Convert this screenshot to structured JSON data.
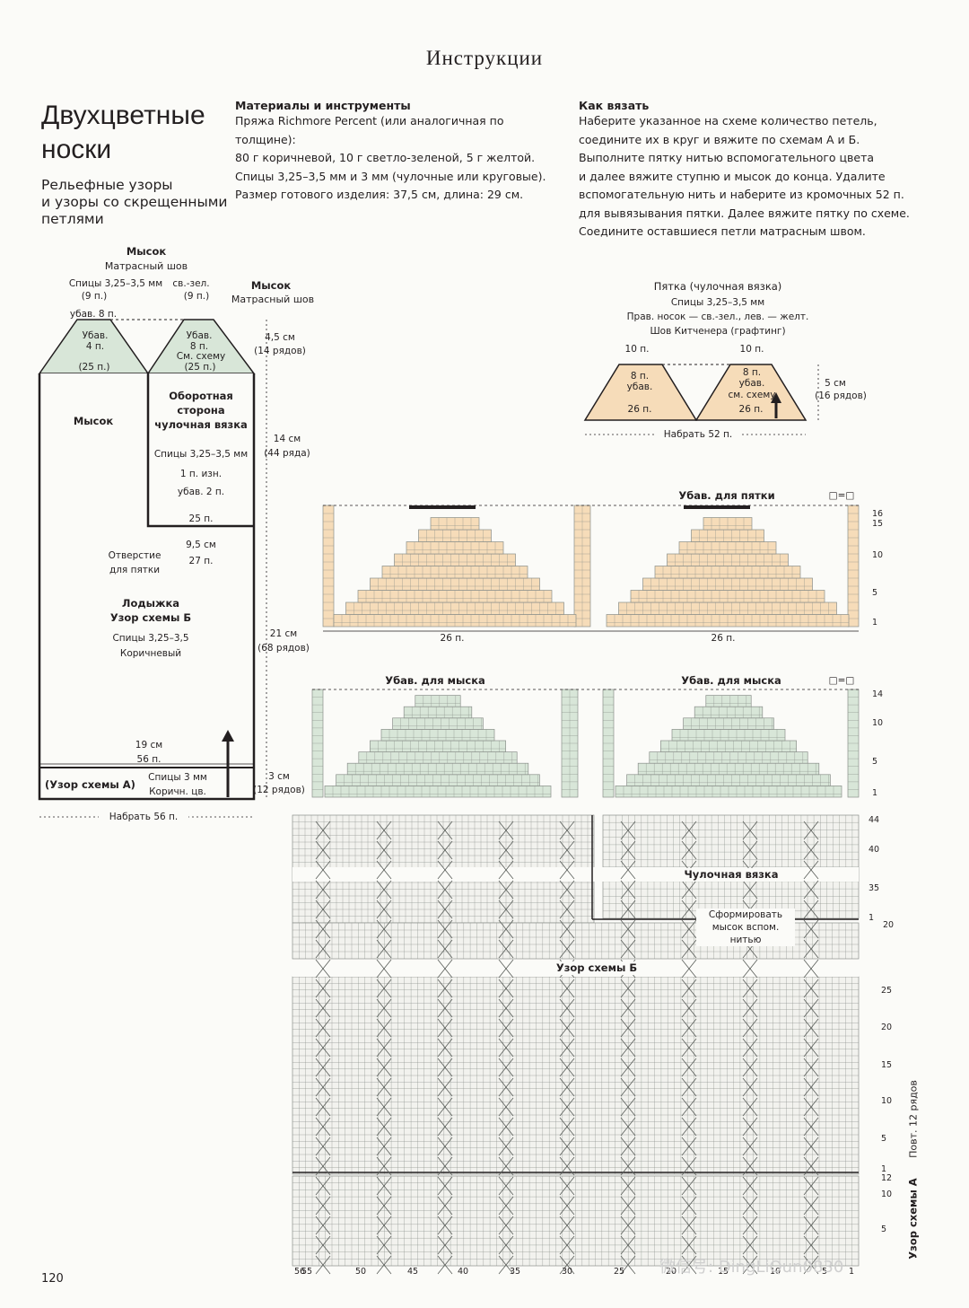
{
  "header": {
    "title": "Инструкции"
  },
  "pattern": {
    "title_lines": [
      "Двухцветные",
      "носки"
    ],
    "subtitle_lines": [
      "Рельефные узоры",
      "и узоры со скрещенными",
      "петлями"
    ]
  },
  "materials": {
    "heading": "Материалы и инструменты",
    "lines": [
      "Пряжа Richmore Percent (или аналогичная по толщине):",
      "80 г коричневой, 10 г светло-зеленой, 5 г желтой.",
      "Спицы 3,25–3,5 мм и 3 мм (чулочные или круговые).",
      "Размер готового изделия: 37,5 см, длина: 29 см."
    ]
  },
  "instructions": {
    "heading": "Как вязать",
    "lines": [
      "Наберите указанное на схеме количество петель,",
      "соедините их в круг и вяжите по схемам А и Б.",
      "Выполните пятку нитью вспомогательного цвета",
      "и далее вяжите ступню и мысок до конца. Удалите",
      "вспомогательную нить и наберите из кромочных 52 п.",
      "для вывязывания пятки. Далее вяжите пятку по схеме.",
      "Соедините оставшиеся петли матрасным швом."
    ]
  },
  "sock_diagram": {
    "toe_title": "Мысок",
    "mattress_seam": "Матрасный шов",
    "needles_325": "Спицы 3,25–3,5 мм",
    "light_green": "св.-зел.",
    "nine_st": "(9 п.)",
    "dec_8": "убав. 8 п.",
    "dec_4_a": "Убав.",
    "dec_4_b": "4 п.",
    "dec_8_a": "Убав.",
    "dec_8_b": "8 п.",
    "see_chart": "См. схему",
    "st_25_paren": "(25 п.)",
    "toe_side_title": "Мысок",
    "toe_side_seam": "Матрасный шов",
    "dim_45": "4,5 см",
    "dim_14rows": "(14 рядов)",
    "toe_body": "Мысок",
    "reverse_1": "Оборотная",
    "reverse_2": "сторона",
    "reverse_3": "чулочная вязка",
    "needles_reverse": "Спицы 3,25–3,5 мм",
    "one_purl": "1 п. изн.",
    "dec_2": "убав. 2 п.",
    "st_25": "25 п.",
    "dim_14": "14 см",
    "dim_44rows": "(44 ряда)",
    "heel_hole_1": "Отверстие",
    "heel_hole_2": "для пятки",
    "dim_95": "9,5 см",
    "st_27": "27 п.",
    "ankle_1": "Лодыжка",
    "ankle_2": "Узор схемы Б",
    "needles_ankle": "Спицы 3,25–3,5",
    "brown": "Коричневый",
    "dim_21": "21 см",
    "dim_68rows": "(68 рядов)",
    "dim_19": "19 см",
    "st_56": "56 п.",
    "pattern_a": "(Узор схемы А)",
    "needles_3": "Спицы 3 мм",
    "brown_short": "Коричн. цв.",
    "dim_3": "3 см",
    "dim_12rows": "(12 рядов)",
    "cast_on_56": "Набрать 56 п."
  },
  "heel_diagram": {
    "title": "Пятка (чулочная вязка)",
    "needles": "Спицы 3,25–3,5 мм",
    "needle_colors": "Прав. носок — св.-зел., лев. — желт.",
    "kitchener": "Шов Китченера (графтинг)",
    "ten_st": "10 п.",
    "eight_st": "8 п.",
    "dec": "убав.",
    "see_chart": "см. схему",
    "st_26": "26 п.",
    "dim_5": "5 см",
    "dim_16rows": "(16 рядов)",
    "cast_on_52": "Набрать 52 п."
  },
  "charts": {
    "heel_chart_title": "Убав. для пятки",
    "heel_width": "26 п.",
    "heel_rows": [
      "16",
      "15",
      "10",
      "5",
      "1"
    ],
    "toe_chart_title": "Убав. для мыска",
    "toe_rows": [
      "14",
      "10",
      "5",
      "1"
    ],
    "stockinette": "Чулочная вязка",
    "form_toe_lines": [
      "Сформировать",
      "мысок вспом.",
      "нитью"
    ],
    "pattern_b": "Узор схемы Б",
    "pattern_a": "Узор схемы А",
    "repeat_12": "Повт. 12 рядов",
    "foot_rows": [
      "44",
      "40",
      "35",
      "1",
      "20"
    ],
    "b_rows": [
      "25",
      "20",
      "15",
      "10",
      "5",
      "1"
    ],
    "a_rows": [
      "12",
      "10",
      "5"
    ],
    "bottom_ticks": [
      "56",
      "55",
      "50",
      "45",
      "40",
      "35",
      "30",
      "25",
      "20",
      "15",
      "10",
      "5",
      "1"
    ],
    "legend": "□=□"
  },
  "footer": {
    "page_number": "120",
    "watermark": "微信号: DingLiQun0830"
  },
  "colors": {
    "toe_green": "#d8e6d8",
    "heel_peach": "#f6dcb9",
    "ink": "#231f20",
    "grid": "#8a8f8a"
  }
}
